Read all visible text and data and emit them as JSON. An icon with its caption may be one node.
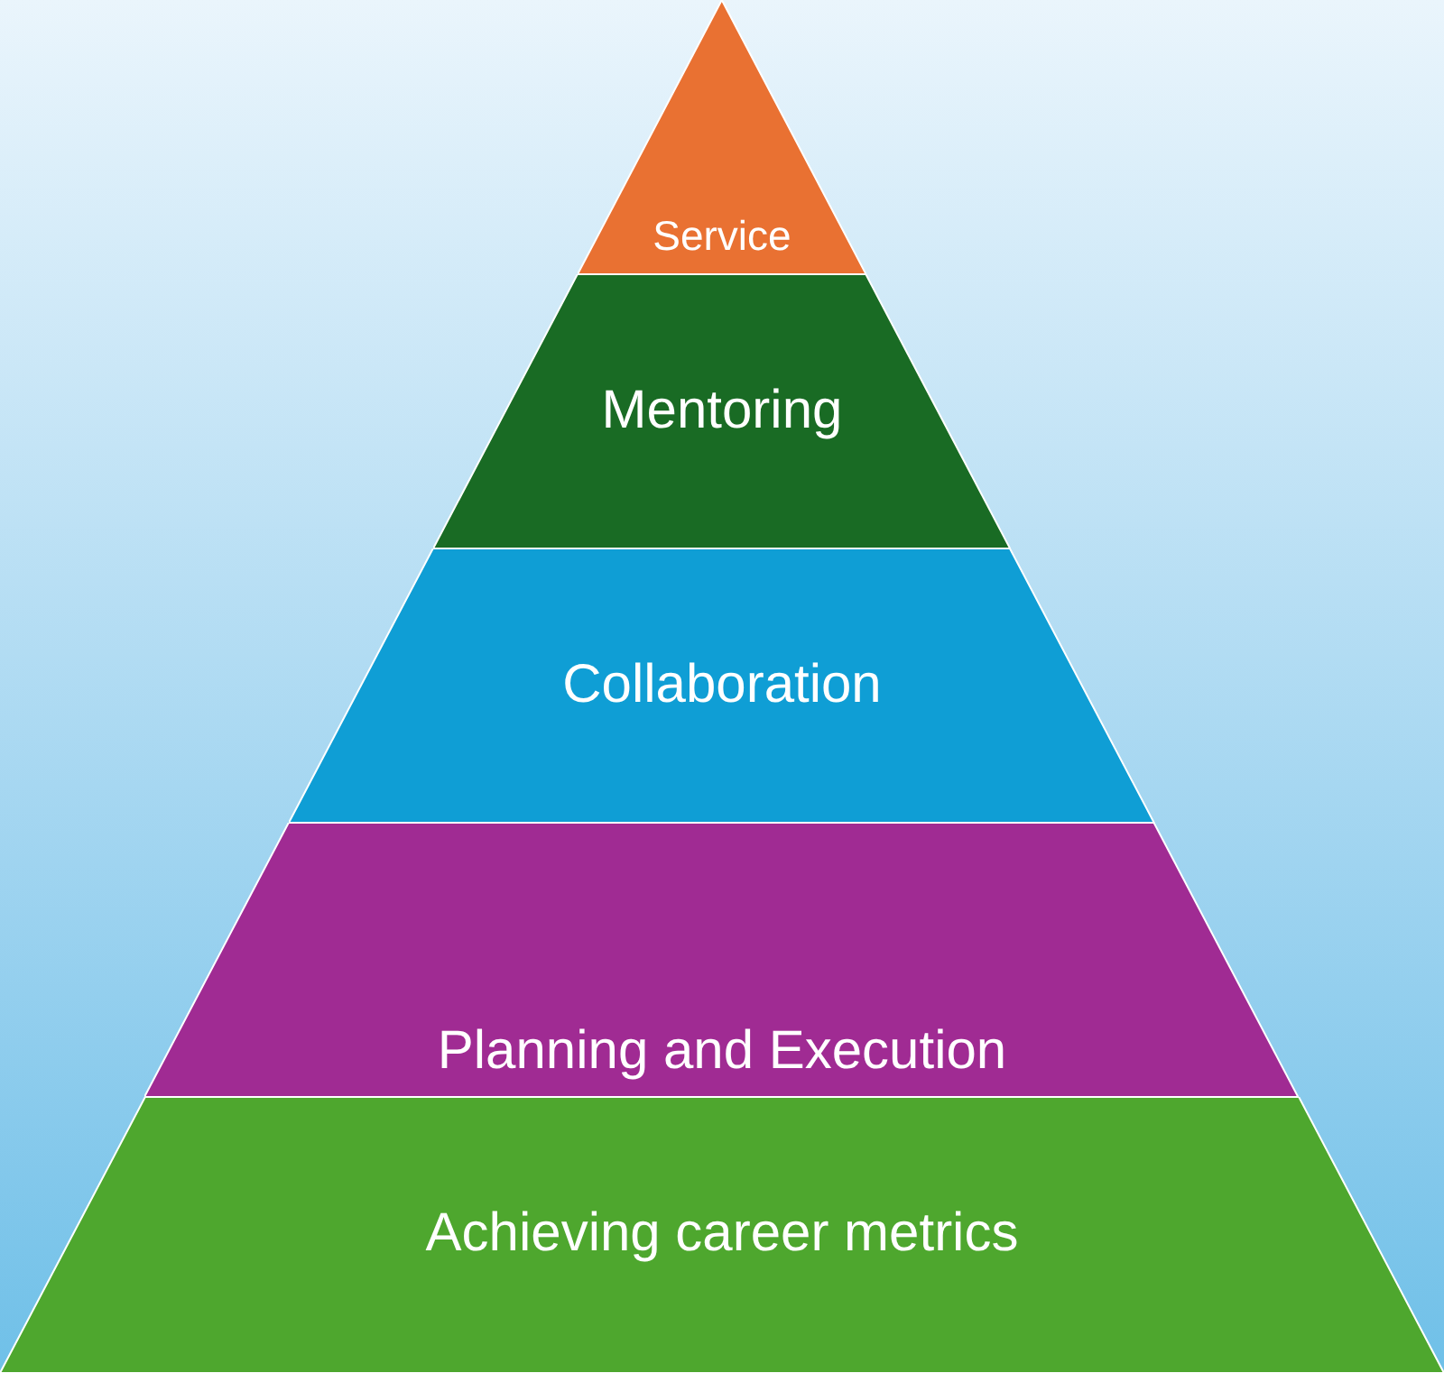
{
  "diagram": {
    "nodes": [
      {
        "text": [
          "Service"
        ]
      },
      {
        "text": [
          "Mentoring"
        ]
      },
      {
        "text": [
          "Collaboration"
        ]
      },
      {
        "text": [
          "Planning and Execution"
        ]
      },
      {
        "text": [
          "Achieving career metrics"
        ]
      }
    ]
  }
}
